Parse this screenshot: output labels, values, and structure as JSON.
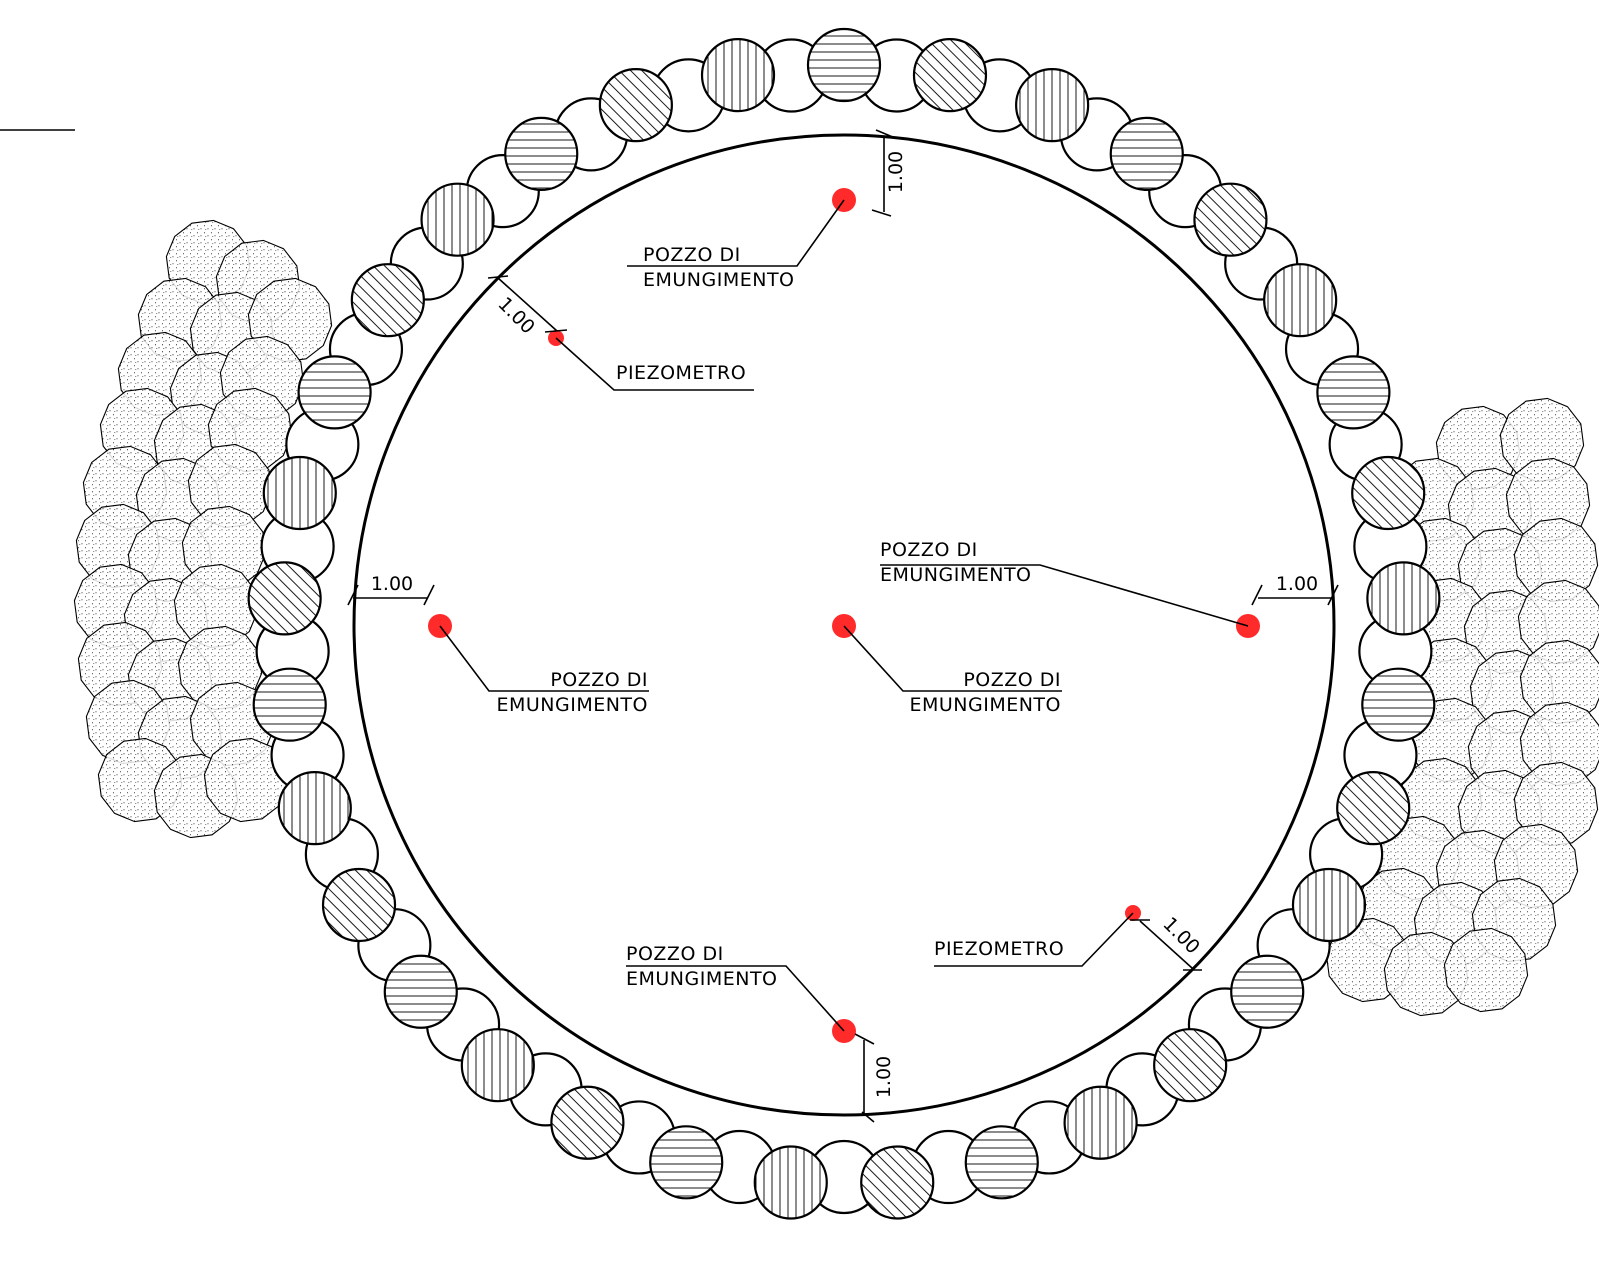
{
  "labels": {
    "pozzo_line1": "POZZO  DI",
    "pozzo_line2": "EMUNGIMENTO",
    "piezometro": "PIEZOMETRO"
  },
  "dimension": "1.00",
  "colors": {
    "line": "#000000",
    "well_dot": "#ff2a2a",
    "background": "#ffffff"
  },
  "hatch_patterns": [
    "horizontal-hatch",
    "diagonal-hatch",
    "vertical-hatch"
  ],
  "fill_pattern": "stipple"
}
